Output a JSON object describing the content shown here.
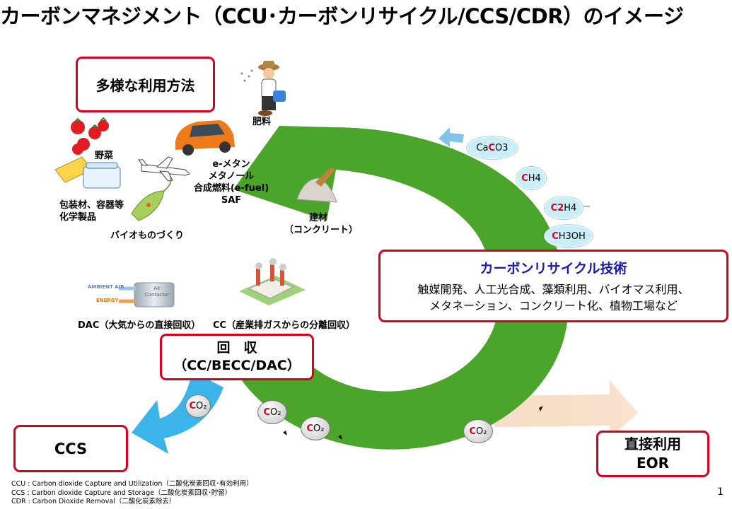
{
  "title": "カーボンマネジメント（CCU･カーボンリサイクル/CCS/CDR）のイメージ",
  "uses_box": {
    "label": "多様な利用方法"
  },
  "products": {
    "fertilizer": "肥料",
    "vegetables": "野菜",
    "fuels": [
      "e-メタン",
      "メタノール",
      "合成燃料(e-fuel)",
      "SAF"
    ],
    "packaging": [
      "包装材、容器等",
      "化学製品"
    ],
    "bio": "バイオものづくり",
    "building": [
      "建材",
      "（コンクリート）"
    ]
  },
  "recycle_box": {
    "title": "カーボンリサイクル技術",
    "lines": [
      "触媒開発、人工光合成、藻類利用、バイオマス利用、",
      "メタネーション、コンクリート化、植物工場など"
    ]
  },
  "molecules": [
    {
      "highlight": "",
      "pre": "Ca",
      "red": "C",
      "post": "O3"
    },
    {
      "highlight": "",
      "pre": "",
      "red": "C",
      "post": "H4"
    },
    {
      "highlight": "",
      "pre": "",
      "red": "C2",
      "post": "H4"
    },
    {
      "highlight": "",
      "pre": "",
      "red": "C",
      "post": "H3OH"
    }
  ],
  "capture": {
    "dac_label": "DAC（大気からの直接回収）",
    "cc_label": "CC（産業排ガスからの分離回収）",
    "dac_icon": {
      "ambient": "AMBIENT AIR",
      "energy": "ENERGY",
      "device": [
        "Air",
        "Contactor"
      ]
    }
  },
  "recovery_box": {
    "line1": "回　収",
    "line2": "（CC/BECC/DAC）"
  },
  "co2": {
    "red": "C",
    "rest": "O₂"
  },
  "ccs_box": {
    "label": "CCS"
  },
  "direct_box": {
    "line1": "直接利用",
    "line2": "EOR"
  },
  "colors": {
    "accent_red": "#d7001e",
    "cycle_green": "#4aa52a",
    "ccs_blue": "#3bb4ea",
    "eor_peach": "#f8d5b8",
    "title_blue": "#1a1ab4"
  },
  "legend": [
    "CCU : Carbon dioxide Capture and Utilization（二酸化炭素回収･有効利用）",
    "CCS : Carbon dioxide Capture and Storage（二酸化炭素回収･貯留）",
    "CDR : Carbon Dioxide Removal（二酸化炭素除去）"
  ],
  "page_number": "1"
}
